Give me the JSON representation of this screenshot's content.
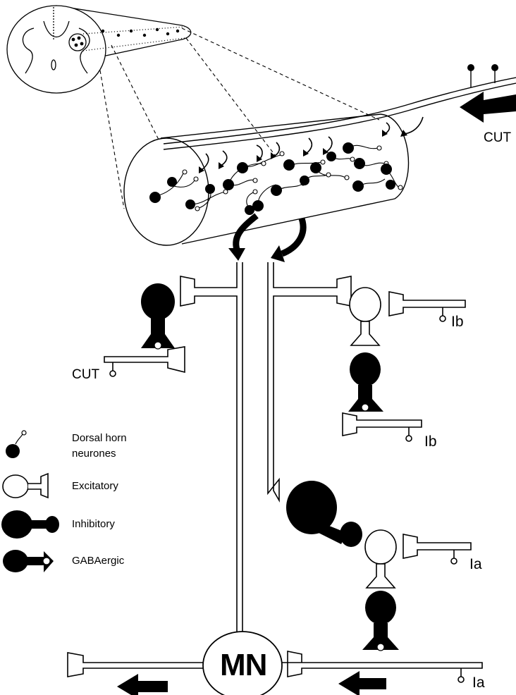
{
  "diagram": {
    "labels": {
      "cut_top": "CUT",
      "cut_left": "CUT",
      "ib_upper": "Ib",
      "ib_lower": "Ib",
      "ia_upper": "Ia",
      "ia_lower": "Ia",
      "motoneuron": "MN"
    },
    "legend": {
      "dorsal_horn_line1": "Dorsal horn",
      "dorsal_horn_line2": "neurones",
      "excitatory": "Excitatory",
      "inhibitory": "Inhibitory",
      "gabaergic": "GABAergic"
    },
    "colors": {
      "ink": "#000000",
      "paper": "#ffffff"
    }
  }
}
